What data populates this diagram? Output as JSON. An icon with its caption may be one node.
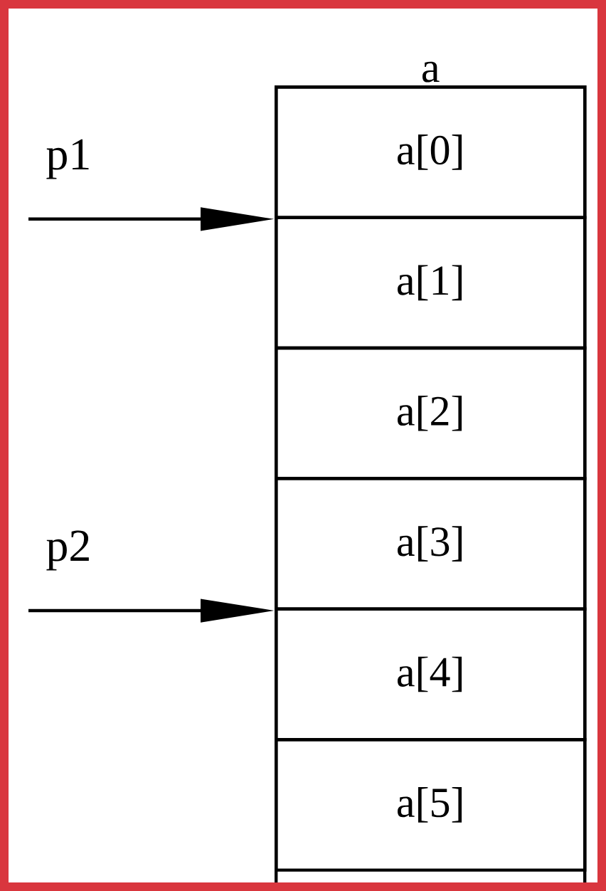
{
  "diagram": {
    "nodes": [
      {
        "text": [
          "a"
        ]
      },
      {
        "text": [
          "a[0]"
        ],
        "in": 0
      },
      {
        "text": [
          "a[1]"
        ],
        "in": 0
      },
      {
        "text": [
          "a[2]"
        ],
        "in": 0
      },
      {
        "text": [
          "a[3]"
        ],
        "in": 0
      },
      {
        "text": [
          "a[4]"
        ],
        "in": 0
      },
      {
        "text": [
          "a[5]"
        ],
        "in": 0
      },
      {
        "text": [
          "p1"
        ]
      },
      {
        "text": [
          "p2"
        ]
      }
    ],
    "edges": [
      {
        "from": 7,
        "to": 1,
        "arrow": "to"
      },
      {
        "from": 8,
        "to": 4,
        "arrow": "to"
      }
    ]
  }
}
